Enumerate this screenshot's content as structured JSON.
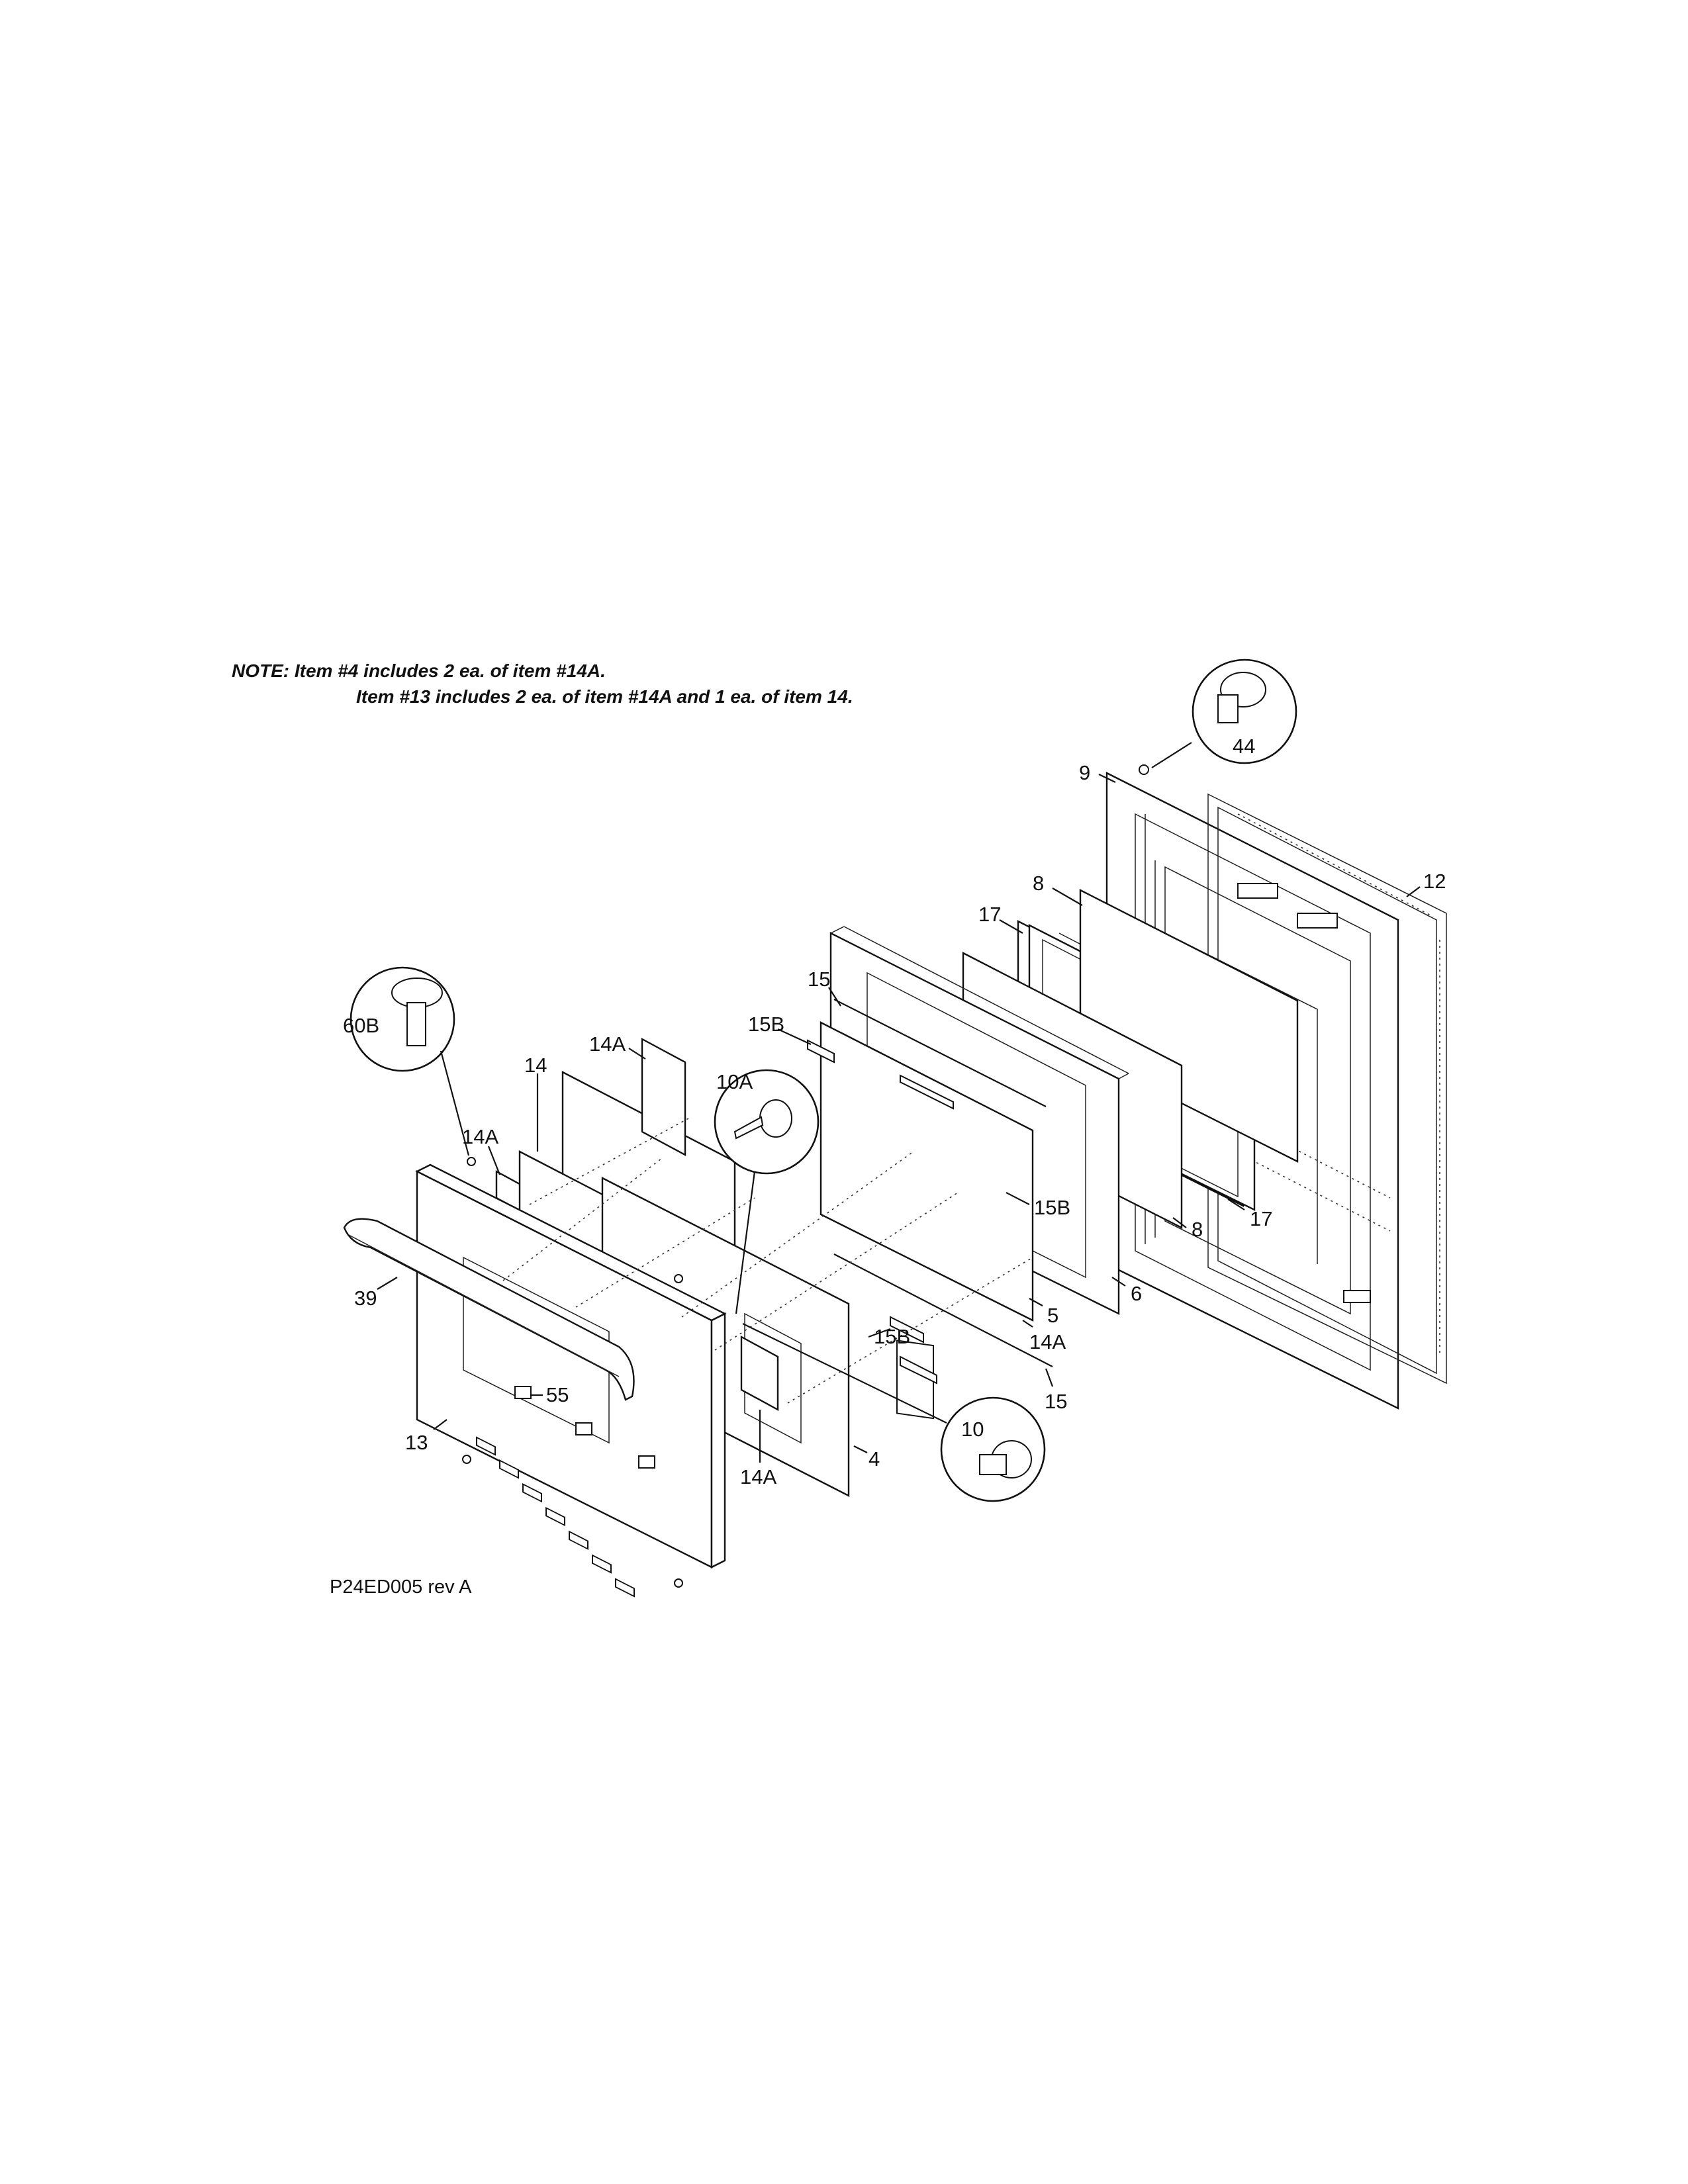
{
  "note": {
    "line1": "NOTE: Item #4 includes 2 ea. of item #14A.",
    "line2": "Item #13 includes 2 ea. of item #14A and 1 ea. of item 14."
  },
  "drawing_code": "P24ED005 rev A",
  "callouts": {
    "c44": "44",
    "c9": "9",
    "c12": "12",
    "c8a": "8",
    "c17a": "17",
    "c15a": "15",
    "c15Ba": "15B",
    "c14Aa": "14A",
    "c14": "14",
    "c14Ab": "14A",
    "c60B": "60B",
    "c10A": "10A",
    "c15Bb": "15B",
    "c8b": "8",
    "c17b": "17",
    "c6": "6",
    "c5": "5",
    "c14Ac": "14A",
    "c15Bc": "15B",
    "c15b": "15",
    "c39": "39",
    "c55": "55",
    "c13": "13",
    "c10": "10",
    "c4": "4",
    "c14Ad": "14A"
  }
}
